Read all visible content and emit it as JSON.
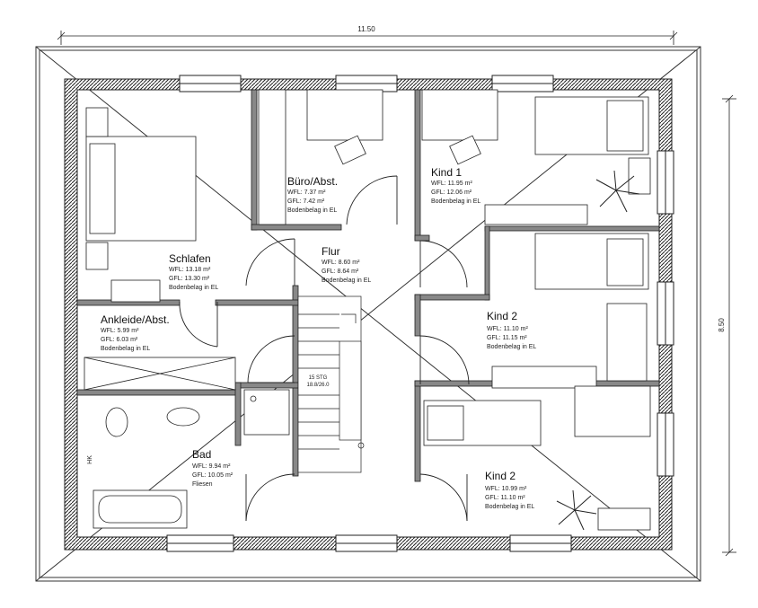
{
  "dimensions": {
    "width_label": "11.50",
    "height_label": "8.50"
  },
  "rooms": [
    {
      "name": "Büro/Abst.",
      "lines": [
        "WFL: 7.37 m²",
        "GFL: 7.42 m²",
        "Bodenbelag in EL"
      ]
    },
    {
      "name": "Kind 1",
      "lines": [
        "WFL: 11.95 m²",
        "GFL: 12.06 m²",
        "Bodenbelag in EL"
      ]
    },
    {
      "name": "Schlafen",
      "lines": [
        "WFL: 13.18 m²",
        "GFL: 13.30 m²",
        "Bodenbelag in EL"
      ]
    },
    {
      "name": "Flur",
      "lines": [
        "WFL: 8.60 m²",
        "GFL: 8.64 m²",
        "Bodenbelag in EL"
      ]
    },
    {
      "name": "Ankleide/Abst.",
      "lines": [
        "WFL: 5.99 m²",
        "GFL: 6.03 m²",
        "Bodenbelag in EL"
      ]
    },
    {
      "name": "Kind 2",
      "lines": [
        "WFL: 11.10 m²",
        "GFL: 11.15 m²",
        "Bodenbelag in EL"
      ]
    },
    {
      "name": "Bad",
      "lines": [
        "WFL: 9.94 m²",
        "GFL: 10.05 m²",
        "Fliesen"
      ]
    },
    {
      "name": "Kind 2",
      "lines": [
        "WFL: 10.99 m²",
        "GFL: 11.10 m²",
        "Bodenbelag in EL"
      ]
    }
  ],
  "stair": {
    "steps": "15 STG",
    "ratio": "18.8/26.0"
  },
  "heater_label": "HK"
}
